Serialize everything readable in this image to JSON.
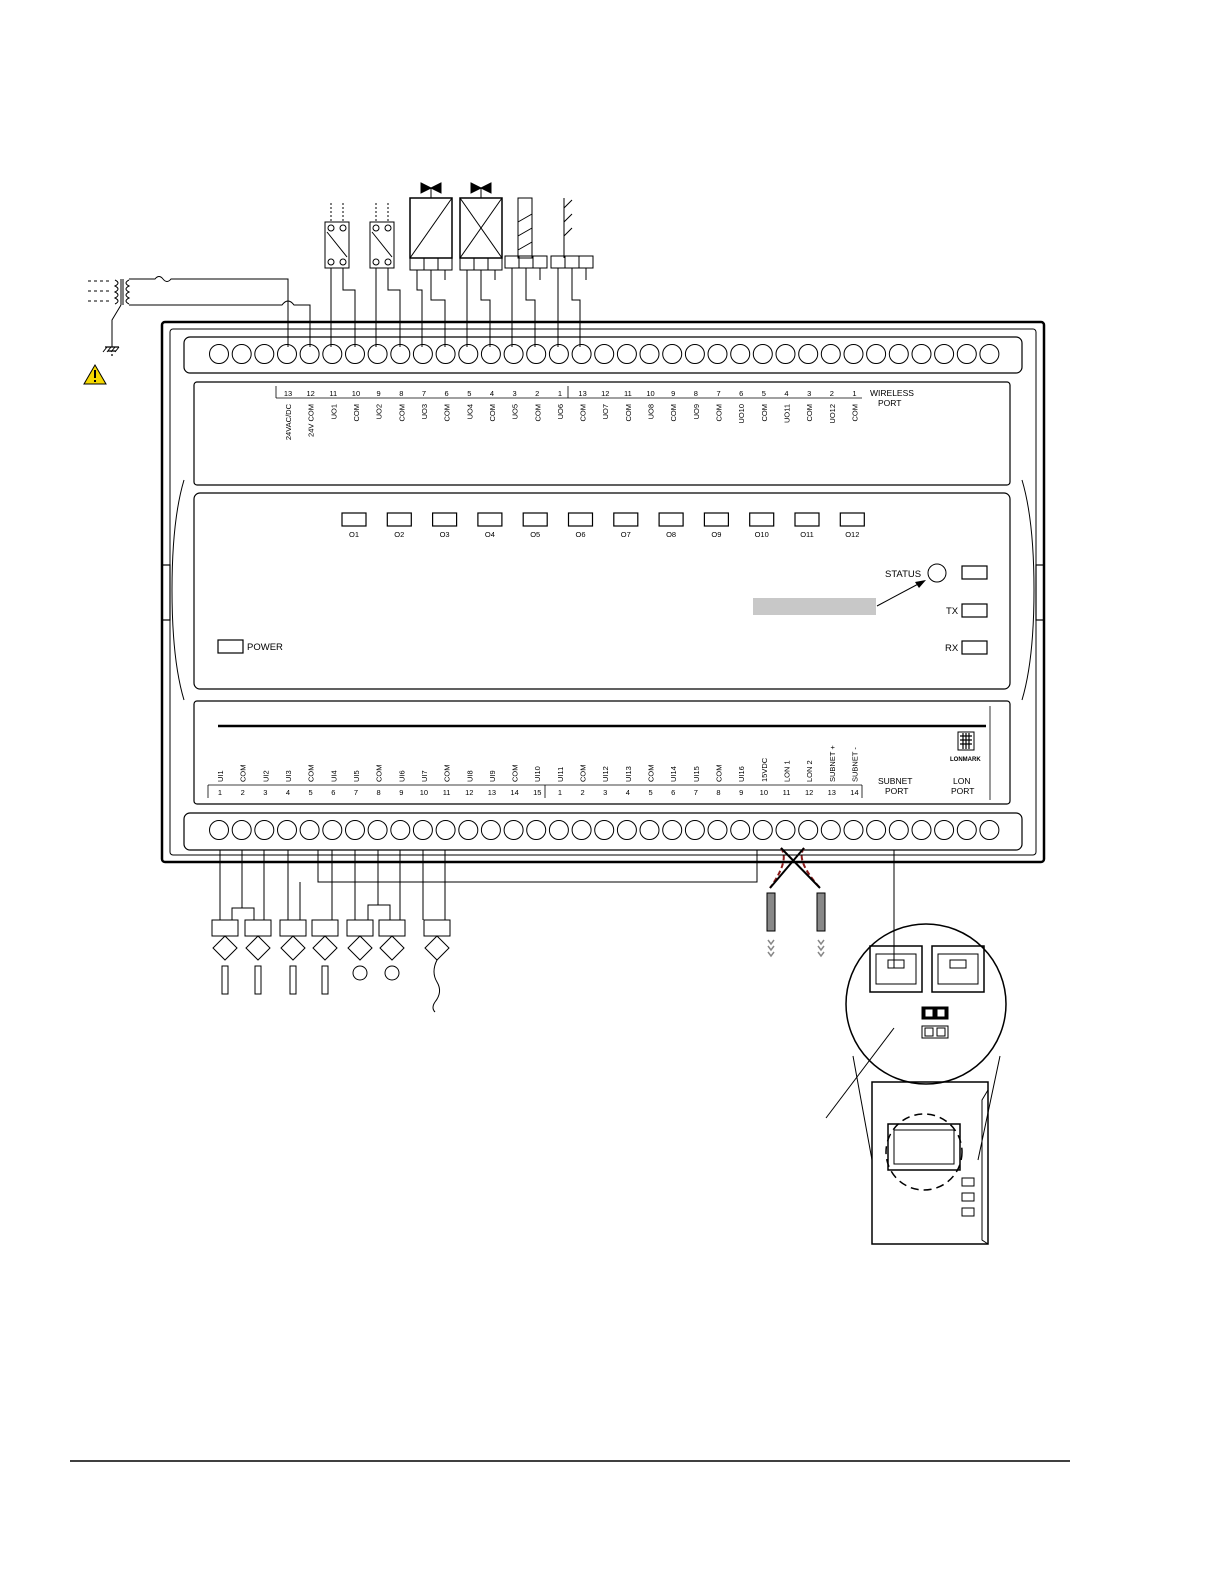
{
  "top_terminals": [
    {
      "num": "13",
      "label": "24VAC/DC"
    },
    {
      "num": "12",
      "label": "24V COM"
    },
    {
      "num": "11",
      "label": "UO1"
    },
    {
      "num": "10",
      "label": "COM"
    },
    {
      "num": "9",
      "label": "UO2"
    },
    {
      "num": "8",
      "label": "COM"
    },
    {
      "num": "7",
      "label": "UO3"
    },
    {
      "num": "6",
      "label": "COM"
    },
    {
      "num": "5",
      "label": "UO4"
    },
    {
      "num": "4",
      "label": "COM"
    },
    {
      "num": "3",
      "label": "UO5"
    },
    {
      "num": "2",
      "label": "COM"
    },
    {
      "num": "1",
      "label": "UO6"
    },
    {
      "num": "13",
      "label": "COM"
    },
    {
      "num": "12",
      "label": "UO7"
    },
    {
      "num": "11",
      "label": "COM"
    },
    {
      "num": "10",
      "label": "UO8"
    },
    {
      "num": "9",
      "label": "COM"
    },
    {
      "num": "8",
      "label": "UO9"
    },
    {
      "num": "7",
      "label": "COM"
    },
    {
      "num": "6",
      "label": "UO10"
    },
    {
      "num": "5",
      "label": "COM"
    },
    {
      "num": "4",
      "label": "UO11"
    },
    {
      "num": "3",
      "label": "COM"
    },
    {
      "num": "2",
      "label": "UO12"
    },
    {
      "num": "1",
      "label": "COM"
    }
  ],
  "wireless_port_label": [
    "WIRELESS",
    "PORT"
  ],
  "output_leds": [
    "O1",
    "O2",
    "O3",
    "O4",
    "O5",
    "O6",
    "O7",
    "O8",
    "O9",
    "O10",
    "O11",
    "O12"
  ],
  "status_label": "STATUS",
  "tx_label": "TX",
  "rx_label": "RX",
  "power_label": "POWER",
  "bottom_terminals": [
    {
      "num": "1",
      "label": "UI1"
    },
    {
      "num": "2",
      "label": "COM"
    },
    {
      "num": "3",
      "label": "UI2"
    },
    {
      "num": "4",
      "label": "UI3"
    },
    {
      "num": "5",
      "label": "COM"
    },
    {
      "num": "6",
      "label": "UI4"
    },
    {
      "num": "7",
      "label": "UI5"
    },
    {
      "num": "8",
      "label": "COM"
    },
    {
      "num": "9",
      "label": "UI6"
    },
    {
      "num": "10",
      "label": "UI7"
    },
    {
      "num": "11",
      "label": "COM"
    },
    {
      "num": "12",
      "label": "UI8"
    },
    {
      "num": "13",
      "label": "UI9"
    },
    {
      "num": "14",
      "label": "COM"
    },
    {
      "num": "15",
      "label": "UI10"
    },
    {
      "num": "1",
      "label": "UI11"
    },
    {
      "num": "2",
      "label": "COM"
    },
    {
      "num": "3",
      "label": "UI12"
    },
    {
      "num": "4",
      "label": "UI13"
    },
    {
      "num": "5",
      "label": "COM"
    },
    {
      "num": "6",
      "label": "UI14"
    },
    {
      "num": "7",
      "label": "UI15"
    },
    {
      "num": "8",
      "label": "COM"
    },
    {
      "num": "9",
      "label": "UI16"
    },
    {
      "num": "10",
      "label": "15VDC"
    },
    {
      "num": "11",
      "label": "LON 1"
    },
    {
      "num": "12",
      "label": "LON 2"
    },
    {
      "num": "13",
      "label": "SUBNET +"
    },
    {
      "num": "14",
      "label": "SUBNET -"
    }
  ],
  "subnet_port_label": [
    "SUBNET",
    "PORT"
  ],
  "lon_port_label": [
    "LON",
    "PORT"
  ],
  "lonmark_logo": "LONMARK",
  "colors": {
    "line": "#000000",
    "twisted_pair": "#8b1a1a",
    "callout_box": "#c8c8c8",
    "warning": "#f5d800"
  }
}
